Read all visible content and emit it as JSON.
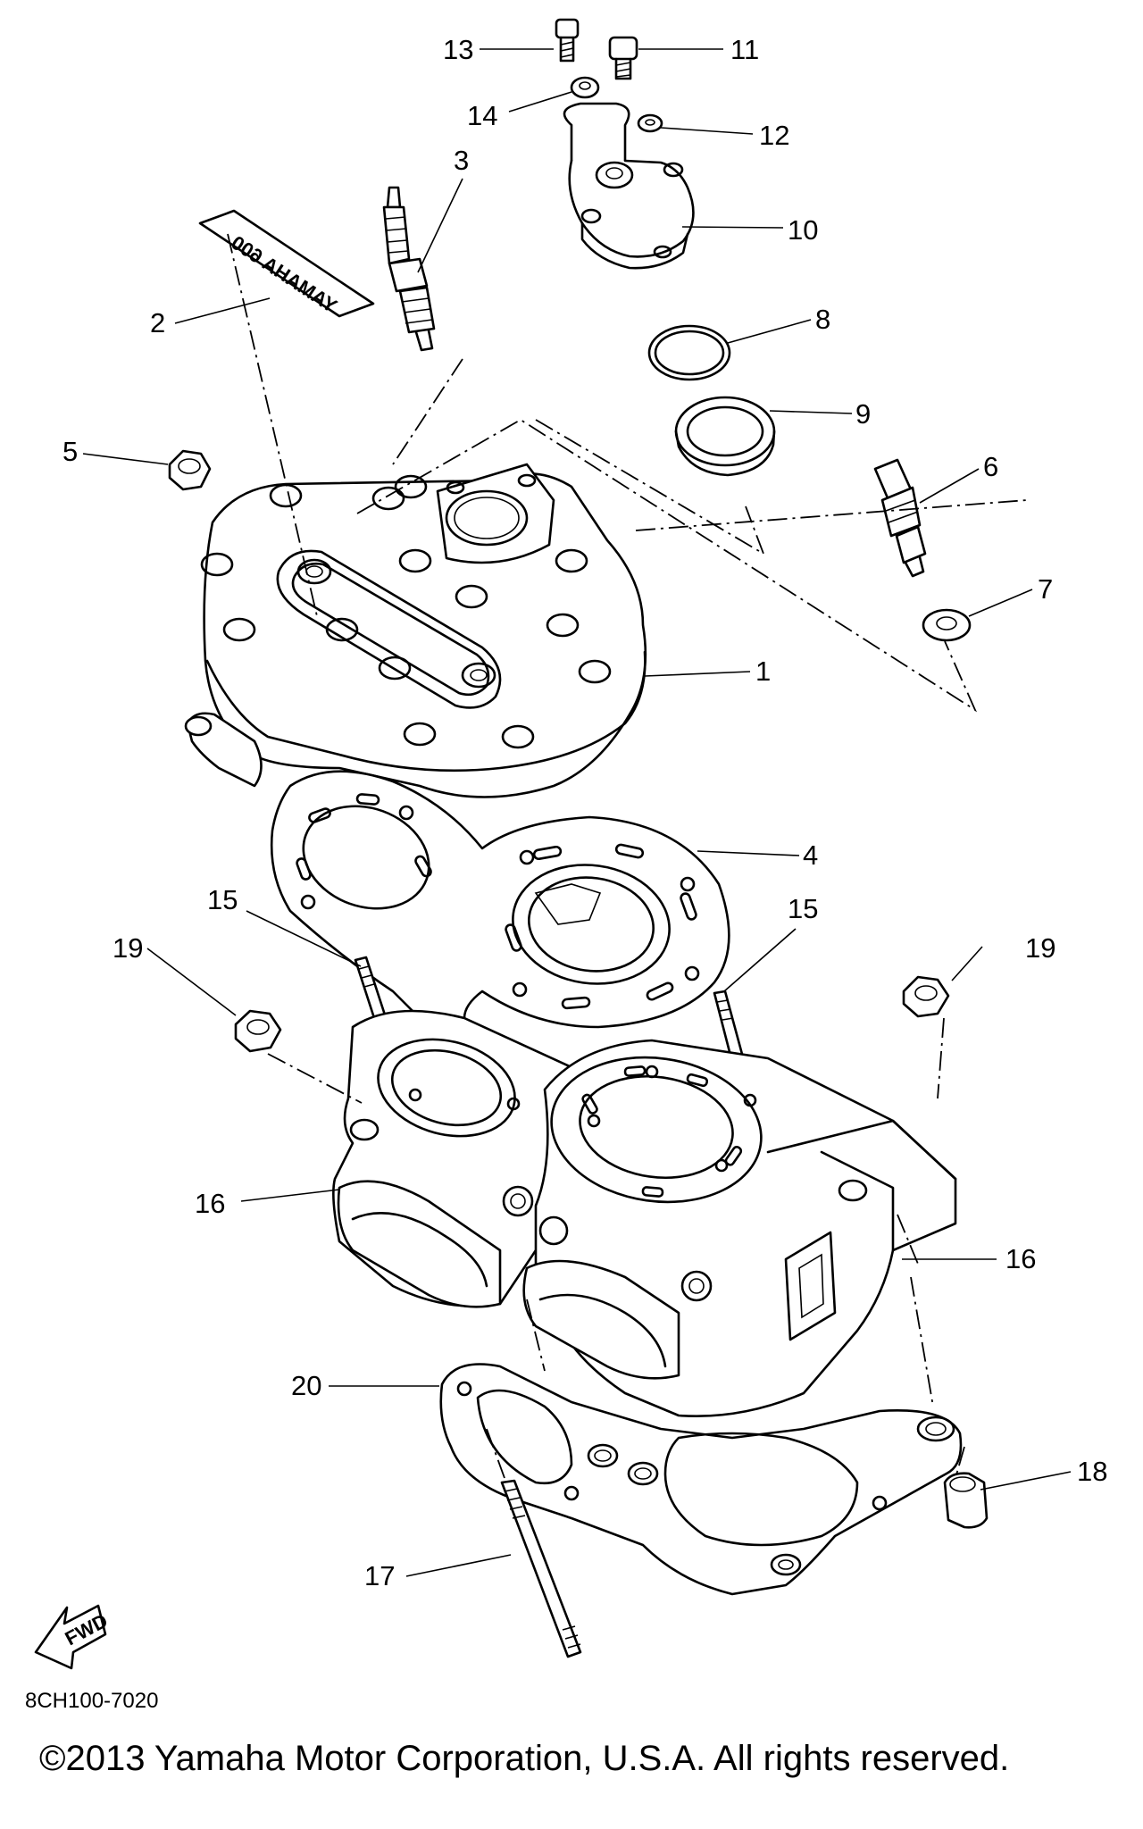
{
  "callouts": {
    "n1": "1",
    "n2": "2",
    "n3": "3",
    "n4": "4",
    "n5": "5",
    "n6": "6",
    "n7": "7",
    "n8": "8",
    "n9": "9",
    "n10": "10",
    "n11": "11",
    "n12": "12",
    "n13": "13",
    "n14": "14",
    "n15a": "15",
    "n15b": "15",
    "n16a": "16",
    "n16b": "16",
    "n17": "17",
    "n18": "18",
    "n19a": "19",
    "n19b": "19",
    "n20": "20"
  },
  "emblem_text": "YAMAHA 600",
  "fwd_label": "FWD",
  "diagram_code": "8CH100-7020",
  "copyright": "©2013 Yamaha Motor Corporation, U.S.A. All rights reserved."
}
